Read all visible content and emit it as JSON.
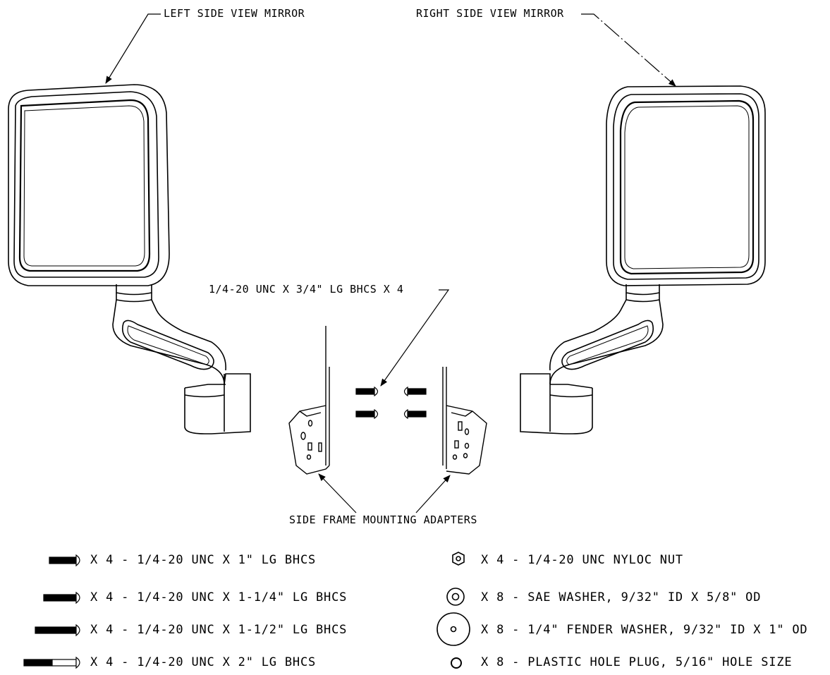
{
  "callouts": {
    "left_mirror": "LEFT SIDE VIEW MIRROR",
    "right_mirror": "RIGHT SIDE VIEW MIRROR",
    "bolts": "1/4-20 UNC X 3/4\" LG BHCS X 4",
    "adapters": "SIDE FRAME MOUNTING ADAPTERS"
  },
  "hardware_left": [
    {
      "icon": "bolt-1in-icon",
      "text": "X 4 - 1/4-20 UNC X 1\" LG BHCS"
    },
    {
      "icon": "bolt-1-25in-icon",
      "text": "X 4 - 1/4-20 UNC X 1-1/4\" LG BHCS"
    },
    {
      "icon": "bolt-1-5in-icon",
      "text": "X 4 - 1/4-20 UNC X 1-1/2\" LG BHCS"
    },
    {
      "icon": "bolt-2in-icon",
      "text": "X 4 - 1/4-20 UNC X 2\" LG BHCS"
    }
  ],
  "hardware_right": [
    {
      "icon": "nyloc-nut-icon",
      "text": "X 4 - 1/4-20 UNC NYLOC NUT"
    },
    {
      "icon": "sae-washer-icon",
      "text": "X 8 - SAE WASHER, 9/32\" ID X 5/8\" OD"
    },
    {
      "icon": "fender-washer-icon",
      "text": "X 8 - 1/4\" FENDER WASHER, 9/32\" ID X 1\" OD"
    },
    {
      "icon": "hole-plug-icon",
      "text": "X 8 - PLASTIC HOLE PLUG, 5/16\" HOLE SIZE"
    }
  ]
}
